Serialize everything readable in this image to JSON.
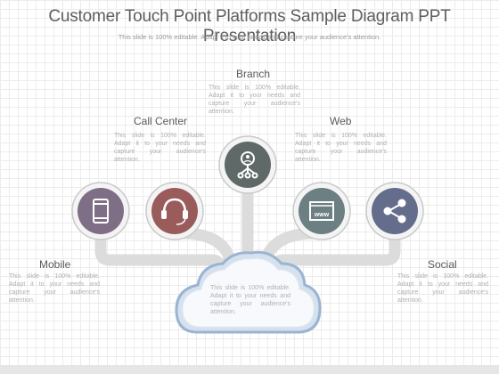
{
  "header": {
    "title": "Customer Touch Point Platforms Sample Diagram PPT Presentation",
    "subtitle": "This slide is 100% editable. Adapt it to your needs and capture your audience's attention."
  },
  "nodes": [
    {
      "id": "mobile",
      "label": "Mobile",
      "desc": "This slide is 100% editable. Adapt it to your needs and capture your audience's attention.",
      "icon": "mobile-phone-icon",
      "color": "#7e6e86"
    },
    {
      "id": "call-center",
      "label": "Call Center",
      "desc": "This slide is 100% editable. Adapt it to your needs and capture your audience's attention.",
      "icon": "headset-icon",
      "color": "#9a5b5b"
    },
    {
      "id": "branch",
      "label": "Branch",
      "desc": "This slide is 100% editable. Adapt it to your needs and capture your audience's attention.",
      "icon": "network-user-icon",
      "color": "#5f6a68"
    },
    {
      "id": "web",
      "label": "Web",
      "desc": "This slide is 100% editable. Adapt it to your needs and capture your audience's attention.",
      "icon": "browser-www-icon",
      "color": "#6c7f83"
    },
    {
      "id": "social",
      "label": "Social",
      "desc": "This slide is 100% editable. Adapt it to your needs and capture your audience's attention.",
      "icon": "share-icon",
      "color": "#656d8c"
    }
  ],
  "cloud": {
    "text": "This slide is 100% editable. Adapt it to your needs and capture your audience's attention."
  }
}
